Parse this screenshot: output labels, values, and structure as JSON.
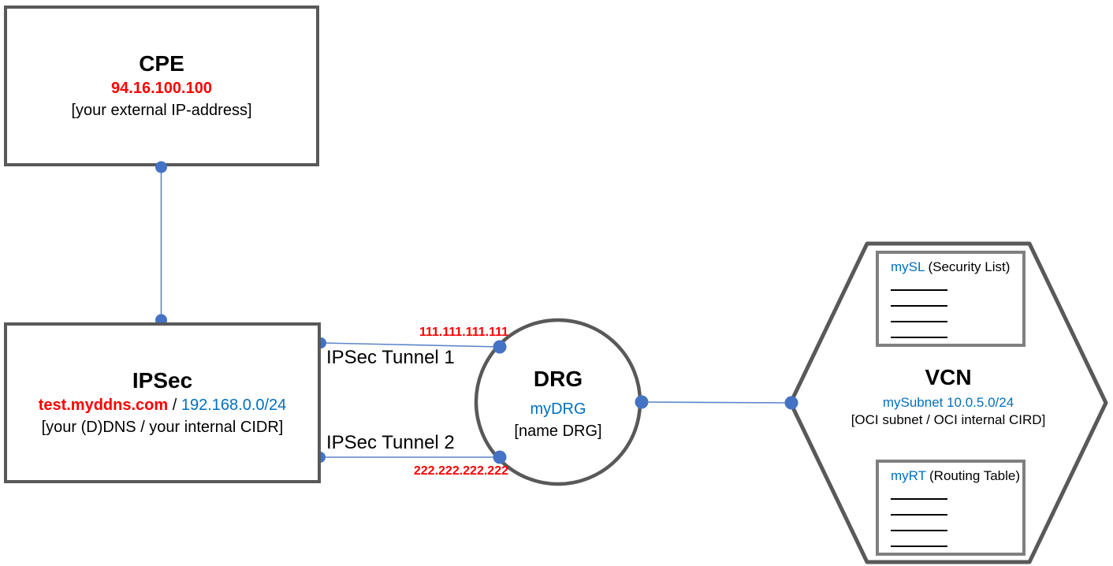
{
  "colors": {
    "node_border": "#595959",
    "inner_box_border": "#7f7f7f",
    "connector_dot": "#4472c4",
    "connector_line": "#5b84c8",
    "text_blue": "#0070c0",
    "text_red": "#ff0000"
  },
  "nodes": {
    "cpe": {
      "title": "CPE",
      "ip": "94.16.100.100",
      "note": "[your external IP-address]"
    },
    "ipsec": {
      "title": "IPSec",
      "dns": "test.myddns.com",
      "separator": " / ",
      "cidr": "192.168.0.0/24",
      "note": "[your (D)DNS / your internal CIDR]"
    },
    "drg": {
      "title": "DRG",
      "name": "myDRG",
      "note": "[name DRG]"
    },
    "vcn": {
      "title": "VCN",
      "subnet": "mySubnet 10.0.5.0/24",
      "note": "[OCI subnet / OCI internal CIRD]",
      "security_list": {
        "name": "mySL",
        "label": "(Security List)",
        "blank_lines": 4
      },
      "routing_table": {
        "name": "myRT",
        "label": "(Routing Table)",
        "blank_lines": 4
      }
    }
  },
  "connections": {
    "tunnel1": {
      "label": "IPSec Tunnel 1",
      "ip": "111.111.111.111"
    },
    "tunnel2": {
      "label": "IPSec Tunnel 2",
      "ip": "222.222.222.222"
    }
  }
}
